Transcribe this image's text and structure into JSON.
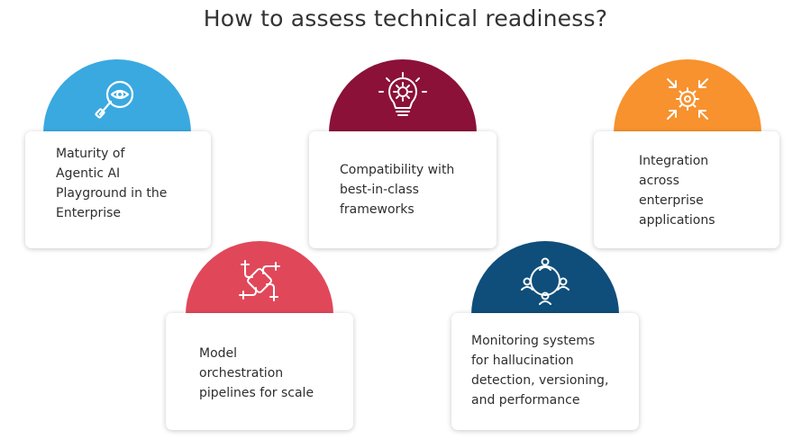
{
  "title": "How to assess technical readiness?",
  "cards": [
    {
      "text": "Maturity of\nAgentic AI\nPlayground in the\nEnterprise",
      "color": "#3aa9e0",
      "icon": "eye-magnifier-icon"
    },
    {
      "text": "Compatibility with\nbest-in-class\nframeworks",
      "color": "#8b1139",
      "icon": "lightbulb-gear-icon"
    },
    {
      "text": "Integration\nacross\nenterprise\napplications",
      "color": "#f7922e",
      "icon": "gear-arrows-icon"
    },
    {
      "text": "Model\norchestration\npipelines for scale",
      "color": "#e0485a",
      "icon": "hands-collaboration-icon"
    },
    {
      "text": "Monitoring systems\nfor hallucination\ndetection, versioning,\nand performance",
      "color": "#0f4e7a",
      "icon": "network-people-icon"
    }
  ]
}
